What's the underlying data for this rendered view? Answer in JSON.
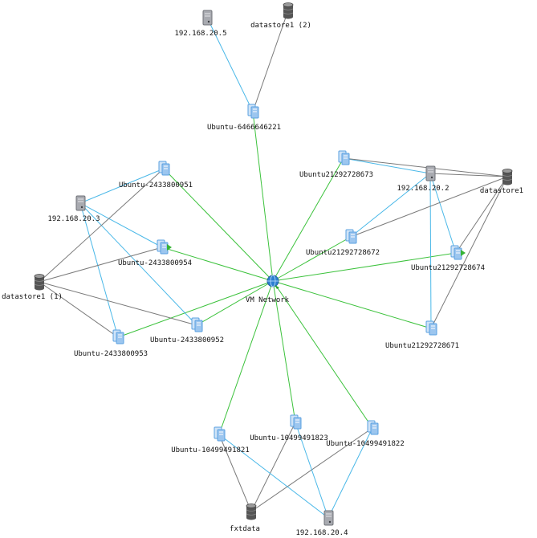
{
  "colors": {
    "network_edge": "#3cc23c",
    "host_edge": "#4ab8e8",
    "datastore_edge": "#7a7a7a",
    "vm_icon": "#5aa0e0",
    "host_icon": "#a8aab0",
    "datastore_icon": "#555555",
    "network_icon": "#2c7fd0"
  },
  "nodes": [
    {
      "id": "net",
      "type": "network",
      "icon": "globe-network-icon",
      "label": "VM Network"
    },
    {
      "id": "h205",
      "type": "host",
      "icon": "server-icon",
      "label": "192.168.20.5"
    },
    {
      "id": "ds2",
      "type": "datastore",
      "icon": "database-icon",
      "label": "datastore1 (2)"
    },
    {
      "id": "vm6466",
      "type": "vm",
      "icon": "vm-icon",
      "label": "Ubuntu-6466646221"
    },
    {
      "id": "vm951",
      "type": "vm",
      "icon": "vm-icon",
      "label": "Ubuntu-2433800951"
    },
    {
      "id": "h203",
      "type": "host",
      "icon": "server-icon",
      "label": "192.168.20.3"
    },
    {
      "id": "vm954",
      "type": "vm",
      "icon": "vm-icon",
      "label": "Ubuntu-2433800954"
    },
    {
      "id": "ds1a",
      "type": "datastore",
      "icon": "database-icon",
      "label": "datastore1 (1)"
    },
    {
      "id": "vm952",
      "type": "vm",
      "icon": "vm-icon",
      "label": "Ubuntu-2433800952"
    },
    {
      "id": "vm953",
      "type": "vm",
      "icon": "vm-icon",
      "label": "Ubuntu-2433800953"
    },
    {
      "id": "vm673",
      "type": "vm",
      "icon": "vm-icon",
      "label": "Ubuntu21292728673"
    },
    {
      "id": "h202",
      "type": "host",
      "icon": "server-icon",
      "label": "192.168.20.2"
    },
    {
      "id": "ds1",
      "type": "datastore",
      "icon": "database-icon",
      "label": "datastore1"
    },
    {
      "id": "vm672",
      "type": "vm",
      "icon": "vm-icon",
      "label": "Ubuntu21292728672"
    },
    {
      "id": "vm674",
      "type": "vm",
      "icon": "vm-icon",
      "label": "Ubuntu21292728674"
    },
    {
      "id": "vm671",
      "type": "vm",
      "icon": "vm-icon",
      "label": "Ubuntu21292728671"
    },
    {
      "id": "vm1821",
      "type": "vm",
      "icon": "vm-icon",
      "label": "Ubuntu-10499491821"
    },
    {
      "id": "vm1823",
      "type": "vm",
      "icon": "vm-icon",
      "label": "Ubuntu-10499491823"
    },
    {
      "id": "vm1822",
      "type": "vm",
      "icon": "vm-icon",
      "label": "Ubuntu-10499491822"
    },
    {
      "id": "fxt",
      "type": "datastore",
      "icon": "database-icon",
      "label": "fxtdata"
    },
    {
      "id": "h204",
      "type": "host",
      "icon": "server-icon",
      "label": "192.168.20.4"
    }
  ],
  "edges": [
    {
      "from": "vm6466",
      "to": "net",
      "kind": "network"
    },
    {
      "from": "vm951",
      "to": "net",
      "kind": "network"
    },
    {
      "from": "vm954",
      "to": "net",
      "kind": "network"
    },
    {
      "from": "vm953",
      "to": "net",
      "kind": "network"
    },
    {
      "from": "vm952",
      "to": "net",
      "kind": "network"
    },
    {
      "from": "vm673",
      "to": "net",
      "kind": "network"
    },
    {
      "from": "vm672",
      "to": "net",
      "kind": "network"
    },
    {
      "from": "vm674",
      "to": "net",
      "kind": "network"
    },
    {
      "from": "vm671",
      "to": "net",
      "kind": "network"
    },
    {
      "from": "vm1821",
      "to": "net",
      "kind": "network"
    },
    {
      "from": "vm1823",
      "to": "net",
      "kind": "network"
    },
    {
      "from": "vm1822",
      "to": "net",
      "kind": "network"
    },
    {
      "from": "vm6466",
      "to": "h205",
      "kind": "host"
    },
    {
      "from": "vm6466",
      "to": "ds2",
      "kind": "datastore"
    },
    {
      "from": "h203",
      "to": "vm951",
      "kind": "host"
    },
    {
      "from": "h203",
      "to": "vm954",
      "kind": "host"
    },
    {
      "from": "h203",
      "to": "vm952",
      "kind": "host"
    },
    {
      "from": "h203",
      "to": "vm953",
      "kind": "host"
    },
    {
      "from": "ds1a",
      "to": "vm951",
      "kind": "datastore"
    },
    {
      "from": "ds1a",
      "to": "vm954",
      "kind": "datastore"
    },
    {
      "from": "ds1a",
      "to": "vm952",
      "kind": "datastore"
    },
    {
      "from": "ds1a",
      "to": "vm953",
      "kind": "datastore"
    },
    {
      "from": "h202",
      "to": "vm673",
      "kind": "host"
    },
    {
      "from": "h202",
      "to": "vm672",
      "kind": "host"
    },
    {
      "from": "h202",
      "to": "vm674",
      "kind": "host"
    },
    {
      "from": "h202",
      "to": "vm671",
      "kind": "host"
    },
    {
      "from": "ds1",
      "to": "vm673",
      "kind": "datastore"
    },
    {
      "from": "ds1",
      "to": "vm672",
      "kind": "datastore"
    },
    {
      "from": "ds1",
      "to": "vm674",
      "kind": "datastore"
    },
    {
      "from": "ds1",
      "to": "vm671",
      "kind": "datastore"
    },
    {
      "from": "ds1",
      "to": "h202",
      "kind": "datastore"
    },
    {
      "from": "fxt",
      "to": "vm1821",
      "kind": "datastore"
    },
    {
      "from": "fxt",
      "to": "vm1823",
      "kind": "datastore"
    },
    {
      "from": "fxt",
      "to": "vm1822",
      "kind": "datastore"
    },
    {
      "from": "h204",
      "to": "vm1821",
      "kind": "host"
    },
    {
      "from": "h204",
      "to": "vm1823",
      "kind": "host"
    },
    {
      "from": "h204",
      "to": "vm1822",
      "kind": "host"
    }
  ]
}
